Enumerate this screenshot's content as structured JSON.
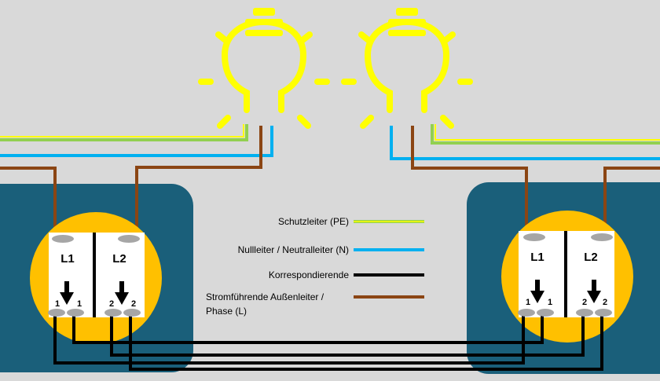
{
  "colors": {
    "background": "#d9d9d9",
    "box": "#1a5f7a",
    "ring": "#ffc000",
    "switch_face": "#ffffff",
    "terminal": "#a6a6a6",
    "bulb": "#ffff00",
    "pe_green": "#92d050",
    "pe_yellow": "#ffff00",
    "neutral": "#00b0f0",
    "traveler": "#000000",
    "phase": "#8b4513"
  },
  "legend": {
    "pe": "Schutzleiter (PE)",
    "neutral": "Nullleiter / Neutralleiter (N)",
    "traveler": "Korrespondierende",
    "phase_line1": "Stromführende Außenleiter /",
    "phase_line2": "Phase (L)"
  },
  "switch_left": {
    "label_l1": "L1",
    "label_l2": "L2",
    "terminals": [
      "1",
      "1",
      "2",
      "2"
    ]
  },
  "switch_right": {
    "label_l1": "L1",
    "label_l2": "L2",
    "terminals": [
      "1",
      "1",
      "2",
      "2"
    ]
  },
  "icons": [
    "lightbulb-icon",
    "lightbulb-icon",
    "down-arrow-icon"
  ]
}
